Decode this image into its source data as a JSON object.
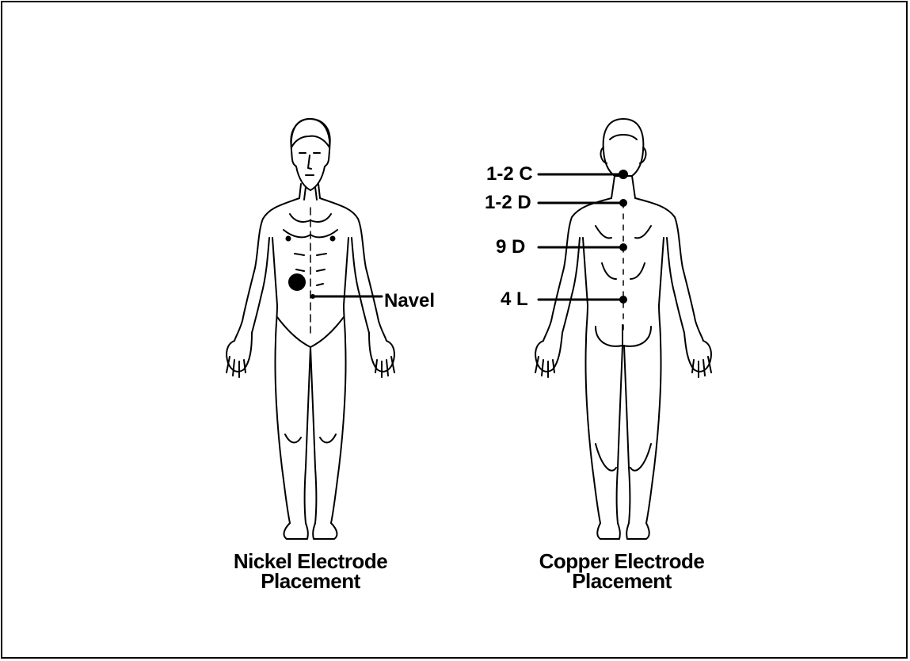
{
  "figure": {
    "left": {
      "caption_line1": "Nickel Electrode",
      "caption_line2": "Placement",
      "callout": "Navel"
    },
    "right": {
      "caption_line1": "Copper Electrode",
      "caption_line2": "Placement",
      "callouts": [
        "1-2 C",
        "1-2 D",
        "9 D",
        "4 L"
      ]
    },
    "colors": {
      "ink": "#000000",
      "paper": "#ffffff"
    }
  }
}
